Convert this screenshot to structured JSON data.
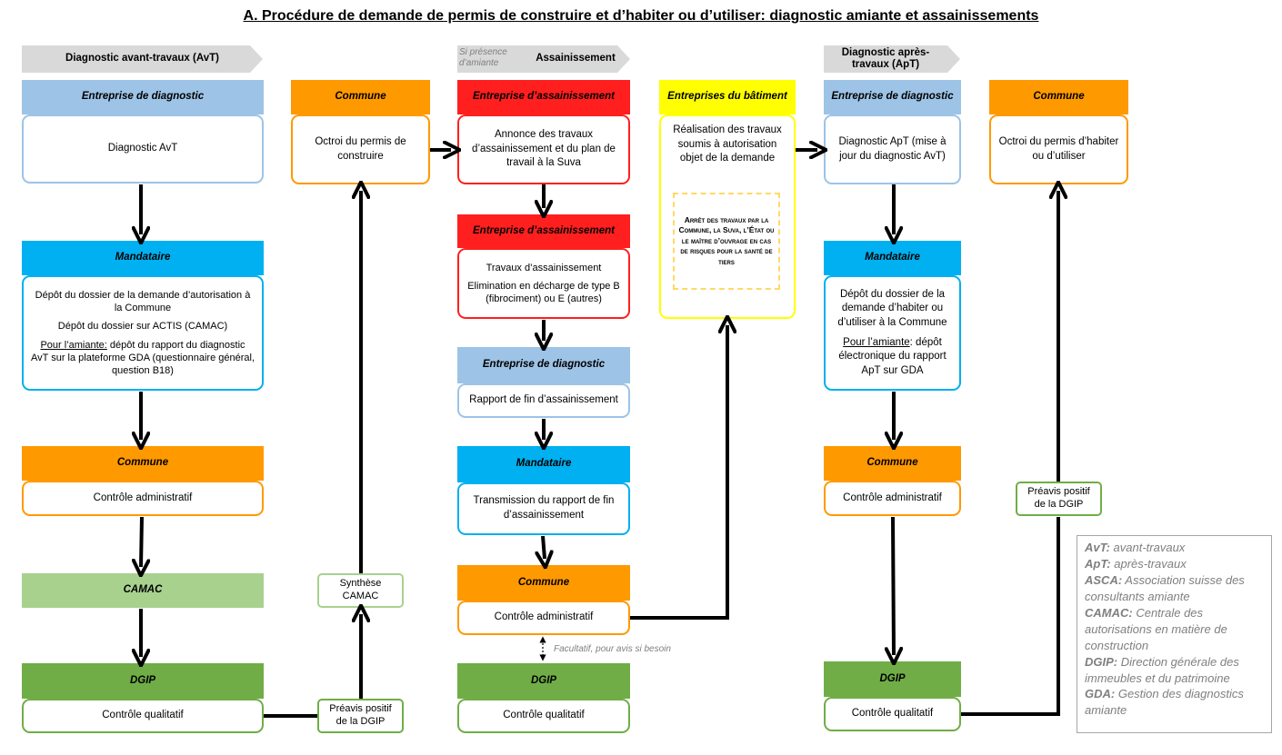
{
  "title": "A. Procédure de demande de permis de construire et d’habiter ou d’utiliser: diagnostic amiante et assainissements",
  "phases": {
    "avt": "Diagnostic  avant-travaux (AvT)",
    "assainissement": "Assainissement",
    "assainissement_note": "Si présence d’amiante",
    "apt": "Diagnostic  après-travaux (ApT)"
  },
  "col1": {
    "h1": "Entreprise de diagnostic",
    "b1": "Diagnostic AvT",
    "h2": "Mandataire",
    "b2_l1": "Dépôt du dossier de la demande d’autorisation à la Commune",
    "b2_l2": "Dépôt du dossier sur ACTIS (CAMAC)",
    "b2_l3_u": "Pour l’amiante:",
    "b2_l3": " dépôt du rapport du diagnostic AvT sur la plateforme GDA (questionnaire général, question B18)",
    "h3": "Commune",
    "b3": "Contrôle administratif",
    "h4": "CAMAC",
    "h5": "DGIP",
    "b5": "Contrôle qualitatif"
  },
  "col2": {
    "h1": "Commune",
    "b1": "Octroi du permis de construire",
    "synthese": "Synthèse CAMAC",
    "preavis": "Préavis positif de la DGIP"
  },
  "col3": {
    "h1": "Entreprise d’assainissement",
    "b1": "Annonce des travaux d’assainissement et du plan de travail à la Suva",
    "h2": "Entreprise d’assainissement",
    "b2_l1": "Travaux d’assainissement",
    "b2_l2": "Elimination en décharge de type B (fibrociment) ou E (autres)",
    "h3": "Entreprise de diagnostic",
    "b3": "Rapport de fin d’assainissement",
    "h4": "Mandataire",
    "b4": "Transmission du rapport de fin d’assainissement",
    "h5": "Commune",
    "b5": "Contrôle administratif",
    "facultatif": "Facultatif, pour avis si besoin",
    "h6": "DGIP",
    "b6": "Contrôle qualitatif"
  },
  "col4": {
    "h1": "Entreprises du bâtiment",
    "b1": "Réalisation des travaux soumis à autorisation objet de la demande",
    "stop": "Arrêt des travaux par la Commune, la Suva, l’État ou le maître d’ouvrage en cas de risques pour la santé de tiers"
  },
  "col5": {
    "h1": "Entreprise de diagnostic",
    "b1": "Diagnostic ApT (mise à jour du diagnostic AvT)",
    "h2": "Mandataire",
    "b2_l1": "Dépôt du dossier de la demande d’habiter ou d’utiliser à la Commune",
    "b2_l2_u": "Pour l’amiante",
    "b2_l2": ": dépôt électronique du rapport ApT sur GDA",
    "h3": "Commune",
    "b3": "Contrôle administratif",
    "h4": "DGIP",
    "b4": "Contrôle qualitatif"
  },
  "col6": {
    "h1": "Commune",
    "b1": "Octroi du permis d’habiter ou d’utiliser",
    "preavis": "Préavis positif de la DGIP"
  },
  "legend": [
    {
      "abbr": "AvT:",
      "text": " avant-travaux"
    },
    {
      "abbr": "ApT:",
      "text": " après-travaux"
    },
    {
      "abbr": "ASCA:",
      "text": " Association suisse des consultants amiante"
    },
    {
      "abbr": "CAMAC:",
      "text": " Centrale des autorisations  en matière de construction"
    },
    {
      "abbr": "DGIP:",
      "text": " Direction générale des immeubles et du patrimoine"
    },
    {
      "abbr": "GDA:",
      "text": " Gestion des diagnostics amiante"
    }
  ],
  "colors": {
    "diagnostic": "#9dc3e6",
    "mandataire": "#00b0f0",
    "commune": "#ff9900",
    "camac": "#a9d18e",
    "dgip": "#70ad47",
    "assainissement": "#ff1f1f",
    "batiment": "#ffff00"
  }
}
